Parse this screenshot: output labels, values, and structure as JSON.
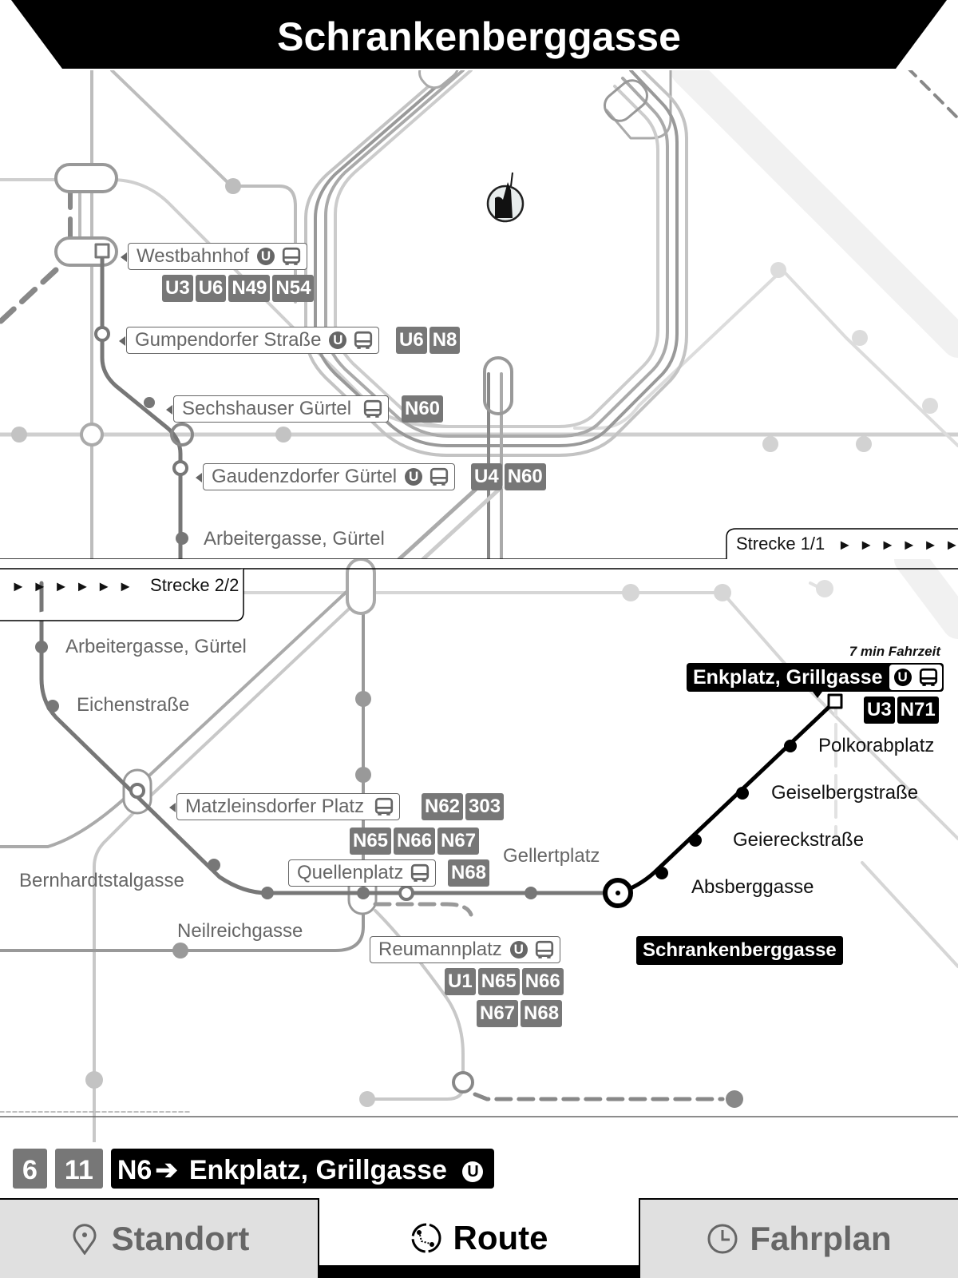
{
  "header": {
    "title": "Schrankenberggasse"
  },
  "upper_map": {
    "strecke_label": "Strecke 1/1",
    "strecke_arrows": "► ► ► ► ► ►",
    "stops": [
      {
        "name": "Westbahnhof",
        "ubahn": true,
        "bus": true,
        "lines": [
          "U3",
          "U6",
          "N49",
          "N54"
        ]
      },
      {
        "name": "Gumpendorfer Straße",
        "ubahn": true,
        "bus": true,
        "lines": [
          "U6",
          "N8"
        ]
      },
      {
        "name": "Sechshauser Gürtel",
        "ubahn": false,
        "bus": true,
        "lines": [
          "N60"
        ]
      },
      {
        "name": "Gaudenzdorfer Gürtel",
        "ubahn": true,
        "bus": true,
        "lines": [
          "U4",
          "N60"
        ]
      },
      {
        "name": "Arbeitergasse, Gürtel"
      }
    ],
    "landmark_icon": "cathedral-icon"
  },
  "lower_map": {
    "strecke_label": "Strecke 2/2",
    "strecke_arrows": "► ► ► ► ► ►",
    "travel_time": "7 min Fahrzeit",
    "destination": {
      "name": "Enkplatz, Grillgasse",
      "ubahn": true,
      "bus": true,
      "lines": [
        "U3",
        "N71"
      ]
    },
    "current_stop": "Schrankenberggasse",
    "stops_plain": [
      "Arbeitergasse, Gürtel",
      "Eichenstraße",
      "Bernhardtstalgasse",
      "Neilreichgasse",
      "Gellertplatz",
      "Absberggasse",
      "Geiereckstraße",
      "Geiselbergstraße",
      "Polkorabplatz"
    ],
    "transfer_stops": [
      {
        "name": "Matzleinsdorfer Platz",
        "ubahn": false,
        "bus": true,
        "lines": [
          "N62",
          "303",
          "N65",
          "N66",
          "N67"
        ]
      },
      {
        "name": "Quellenplatz",
        "ubahn": false,
        "bus": true,
        "lines": [
          "N68"
        ]
      },
      {
        "name": "Reumannplatz",
        "ubahn": true,
        "bus": true,
        "lines": [
          "U1",
          "N65",
          "N66",
          "N67",
          "N68"
        ]
      }
    ]
  },
  "route_bar": {
    "chips": [
      "6",
      "11"
    ],
    "line": "N6",
    "arrow": "➔",
    "destination": "Enkplatz, Grillgasse",
    "ubahn_symbol": "U"
  },
  "tabs": [
    {
      "label": "Standort",
      "icon": "location-pin-icon",
      "active": false
    },
    {
      "label": "Route",
      "icon": "route-icon",
      "active": true
    },
    {
      "label": "Fahrplan",
      "icon": "clock-icon",
      "active": false
    }
  ],
  "colors": {
    "active_route": "#000000",
    "route_grey": "#777777",
    "background_lines": "#c8c8c8",
    "tab_inactive": "#e0e0e0"
  }
}
